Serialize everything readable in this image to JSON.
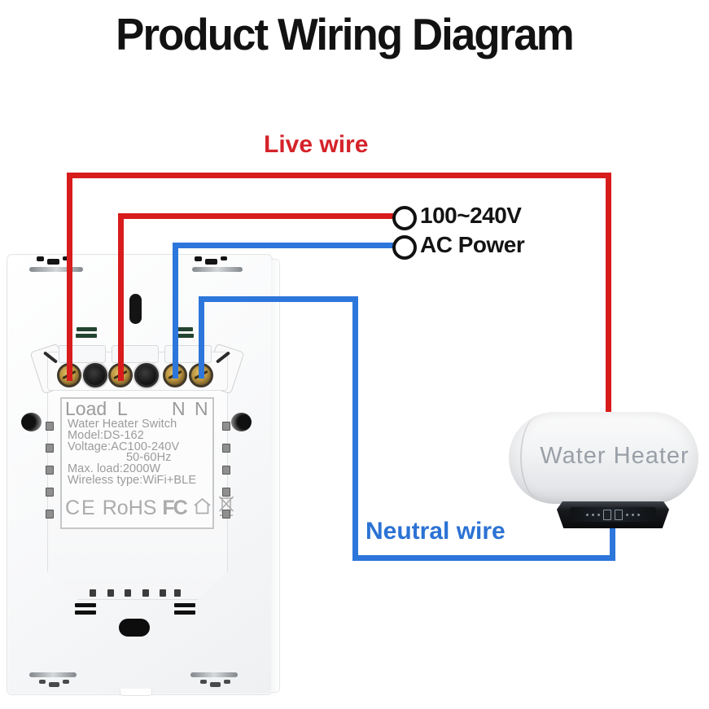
{
  "title": "Product Wiring Diagram",
  "wiring": {
    "live_label": "Live wire",
    "neutral_label": "Neutral wire",
    "live_color": "#d81c1c",
    "neutral_color": "#2d76db"
  },
  "power_source": {
    "line1": "100~240V",
    "line2": "AC Power"
  },
  "switch": {
    "terminal_labels": [
      "Load",
      "L",
      "N",
      "N"
    ],
    "spec_lines": [
      "Water Heater Switch",
      "Model:DS-162",
      "Voltage:AC100-240V",
      "50-60Hz",
      "Max. load:2000W",
      "Wireless type:WiFi+BLE"
    ],
    "cert_marks": [
      "CE",
      "RoHS",
      "FC"
    ]
  },
  "heater": {
    "label": "Water Heater"
  },
  "colors": {
    "title_text": "#121212",
    "live_text": "#d5232a",
    "neutral_text": "#2b72d4",
    "device_text": "#9b9b9b",
    "cert_text": "#ababab",
    "heater_text": "#9aa0a8"
  }
}
